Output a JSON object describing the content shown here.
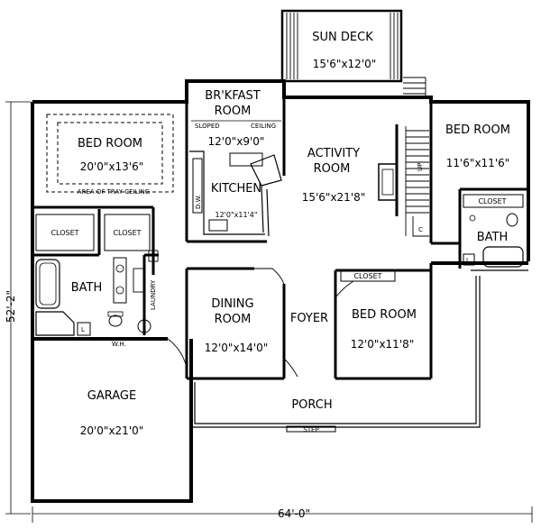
{
  "rooms": {
    "sun_deck": {
      "name": "SUN DECK",
      "size": "15'6\"x12'0\""
    },
    "brkfast": {
      "name_line1": "BR'KFAST",
      "name_line2": "ROOM",
      "size": "12'0\"x9'0\""
    },
    "bed_left": {
      "name": "BED ROOM",
      "size": "20'0\"x13'6\""
    },
    "activity": {
      "name_line1": "ACTIVITY",
      "name_line2": "ROOM",
      "size": "15'6\"x21'8\""
    },
    "bed_right": {
      "name": "BED ROOM",
      "size": "11'6\"x11'6\""
    },
    "kitchen": {
      "name": "KITCHEN",
      "size": "12'0\"x11'4\""
    },
    "dining": {
      "name_line1": "DINING",
      "name_line2": "ROOM",
      "size": "12'0\"x14'0\""
    },
    "foyer": {
      "name": "FOYER"
    },
    "bed_center": {
      "name": "BED ROOM",
      "size": "12'0\"x11'8\""
    },
    "garage": {
      "name": "GARAGE",
      "size": "20'0\"x21'0\""
    },
    "porch": {
      "name": "PORCH"
    },
    "bath_left": {
      "name": "BATH"
    },
    "bath_right": {
      "name": "BATH"
    }
  },
  "labels": {
    "sloped": "SLOPED",
    "ceiling": "CEILING",
    "tray_ceiling": "AREA OF TRAY CEILING",
    "closet": "CLOSET",
    "laundry": "LAUNDRY",
    "wh": "W.H.",
    "step": "STEP",
    "up": "UP",
    "dw": "D.W.",
    "p": "P",
    "l": "L",
    "c": "C"
  },
  "dimensions": {
    "width": "64'-0\"",
    "depth": "52'-2\""
  }
}
